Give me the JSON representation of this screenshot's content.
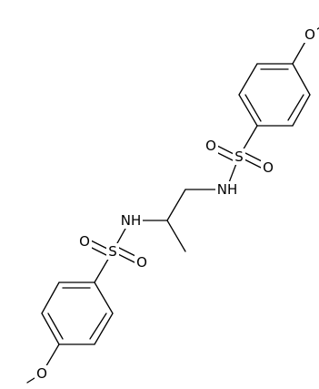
{
  "structure": {
    "bond_color": "#000000",
    "background": "#ffffff",
    "atoms": {
      "o_methoxy_top": "O",
      "s_top": "S",
      "o_s_top_left": "O",
      "o_s_top_right": "O",
      "nh_top": "NH",
      "nh_bottom": "NH",
      "s_bottom": "S",
      "o_s_bottom_left": "O",
      "o_s_bottom_right": "O",
      "o_methoxy_bottom": "O"
    }
  }
}
